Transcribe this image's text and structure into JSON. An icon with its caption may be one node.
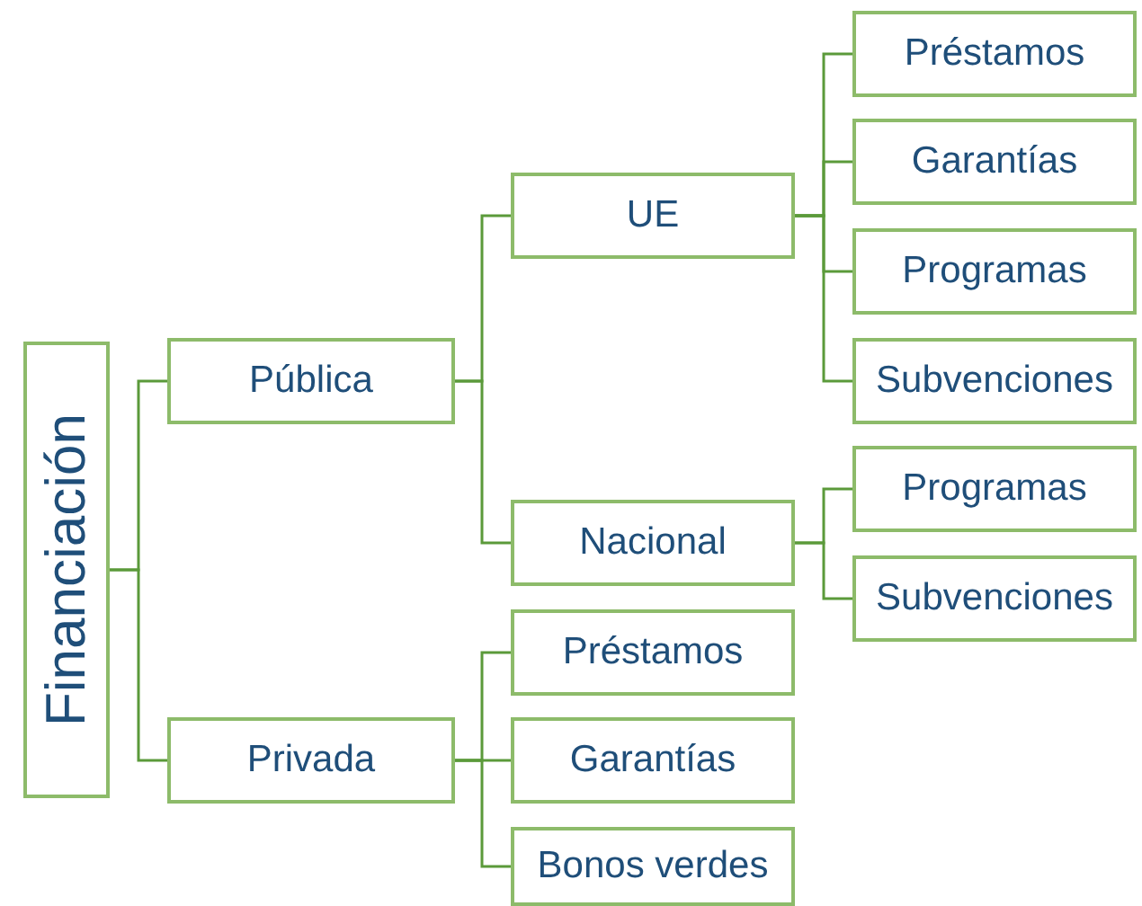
{
  "diagram": {
    "nodes": [
      {
        "text": [
          "Financiación"
        ]
      },
      {
        "text": [
          "Pública"
        ]
      },
      {
        "text": [
          "Privada"
        ]
      },
      {
        "text": [
          "UE"
        ]
      },
      {
        "text": [
          "Nacional"
        ]
      },
      {
        "text": [
          "Préstamos"
        ]
      },
      {
        "text": [
          "Garantías"
        ]
      },
      {
        "text": [
          "Programas"
        ]
      },
      {
        "text": [
          "Subvenciones"
        ]
      },
      {
        "text": [
          "Programas"
        ]
      },
      {
        "text": [
          "Subvenciones"
        ]
      },
      {
        "text": [
          "Préstamos"
        ]
      },
      {
        "text": [
          "Garantías"
        ]
      },
      {
        "text": [
          "Bonos verdes"
        ]
      }
    ],
    "edges": [
      {
        "from": 0,
        "to": 1,
        "arrow": "none"
      },
      {
        "from": 0,
        "to": 2,
        "arrow": "none"
      },
      {
        "from": 1,
        "to": 3,
        "arrow": "none"
      },
      {
        "from": 1,
        "to": 4,
        "arrow": "none"
      },
      {
        "from": 3,
        "to": 5,
        "arrow": "none"
      },
      {
        "from": 3,
        "to": 6,
        "arrow": "none"
      },
      {
        "from": 3,
        "to": 7,
        "arrow": "none"
      },
      {
        "from": 3,
        "to": 8,
        "arrow": "none"
      },
      {
        "from": 4,
        "to": 9,
        "arrow": "none"
      },
      {
        "from": 4,
        "to": 10,
        "arrow": "none"
      },
      {
        "from": 2,
        "to": 11,
        "arrow": "none"
      },
      {
        "from": 2,
        "to": 12,
        "arrow": "none"
      },
      {
        "from": 2,
        "to": 13,
        "arrow": "none"
      }
    ]
  }
}
